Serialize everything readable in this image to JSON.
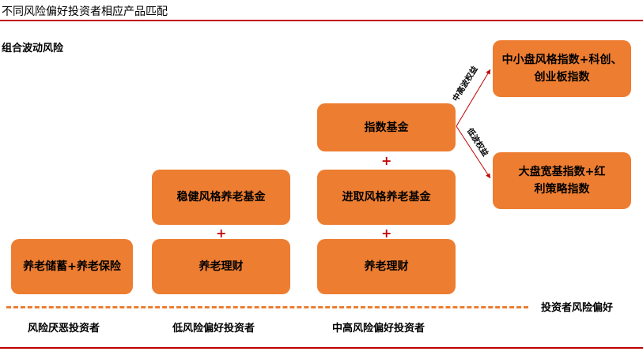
{
  "title": "不同风险偏好投资者相应产品匹配",
  "y_label": "组合波动风险",
  "x_label": "投资者风险偏好",
  "categories": [
    "风险厌恶投资者",
    "低风险偏好投资者",
    "中高风险偏好投资者"
  ],
  "boxes": {
    "b1": "养老储蓄+养老保险",
    "b2": "稳健风格养老基金",
    "b3": "养老理财",
    "b4": "指数基金",
    "b5": "进取风格养老基金",
    "b6": "养老理财",
    "b7": "中小盘风格指数+科创、创业板指数",
    "b8": "大盘宽基指数+红利策略指数"
  },
  "plus": "+",
  "arrows": {
    "up": "中高波权益",
    "down": "低波权益"
  },
  "colors": {
    "box": "#ed7d31",
    "accent": "#c00000"
  }
}
